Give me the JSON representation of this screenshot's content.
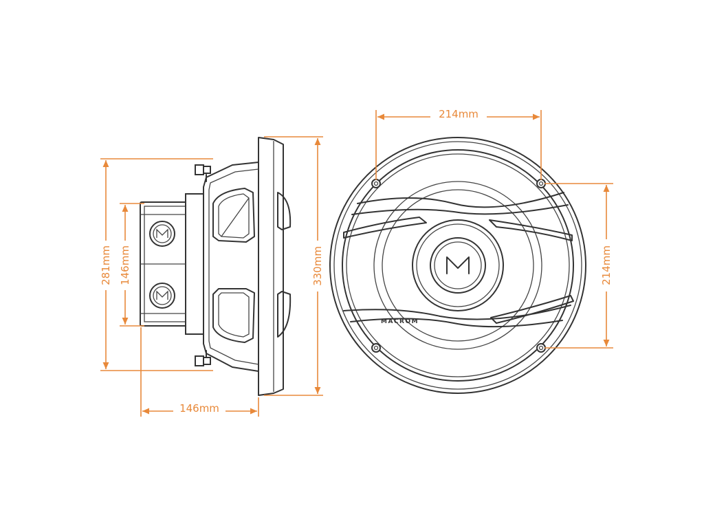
{
  "dimensions": {
    "side_overall_height": "281mm",
    "magnet_height": "146mm",
    "side_depth": "146mm",
    "outer_diameter": "330mm",
    "hole_spacing_horizontal": "214mm",
    "hole_spacing_vertical": "214mm"
  },
  "brand": {
    "name": "MACROM"
  },
  "colors": {
    "dimension": "#e8893a",
    "linework": "#333333"
  }
}
